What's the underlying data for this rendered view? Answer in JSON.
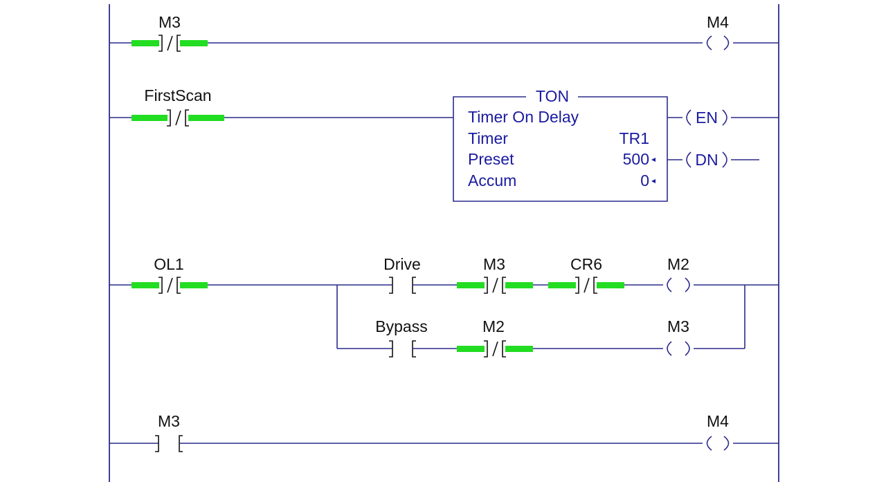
{
  "colors": {
    "wire": "#2a2a8c",
    "highlight": "#22dd22",
    "block_text": "#1a1aa0",
    "tag_text": "#111111"
  },
  "rungs": [
    {
      "id": "rung1",
      "contacts": [
        {
          "tag": "M3",
          "type": "NC",
          "energized": true
        }
      ],
      "coils": [
        {
          "tag": "M4"
        }
      ]
    },
    {
      "id": "rung2",
      "contacts": [
        {
          "tag": "FirstScan",
          "type": "NC",
          "energized": true
        }
      ],
      "ton": {
        "title": "TON",
        "subtitle": "Timer On Delay",
        "rows": [
          {
            "label": "Timer",
            "value": "TR1"
          },
          {
            "label": "Preset",
            "value": "500"
          },
          {
            "label": "Accum",
            "value": "0"
          }
        ],
        "outputs": [
          "EN",
          "DN"
        ]
      }
    },
    {
      "id": "rung3",
      "contacts": [
        {
          "tag": "OL1",
          "type": "NC",
          "energized": true
        },
        {
          "tag": "Drive",
          "type": "NO",
          "energized": false
        },
        {
          "tag": "M3",
          "type": "NC",
          "energized": true
        },
        {
          "tag": "CR6",
          "type": "NC",
          "energized": true
        },
        {
          "tag": "Bypass",
          "type": "NO",
          "energized": false
        },
        {
          "tag": "M2",
          "type": "NC",
          "energized": true
        }
      ],
      "coils": [
        {
          "tag": "M2"
        },
        {
          "tag": "M3"
        }
      ]
    },
    {
      "id": "rung4",
      "contacts": [
        {
          "tag": "M3",
          "type": "NO",
          "energized": false
        }
      ],
      "coils": [
        {
          "tag": "M4"
        }
      ]
    }
  ]
}
